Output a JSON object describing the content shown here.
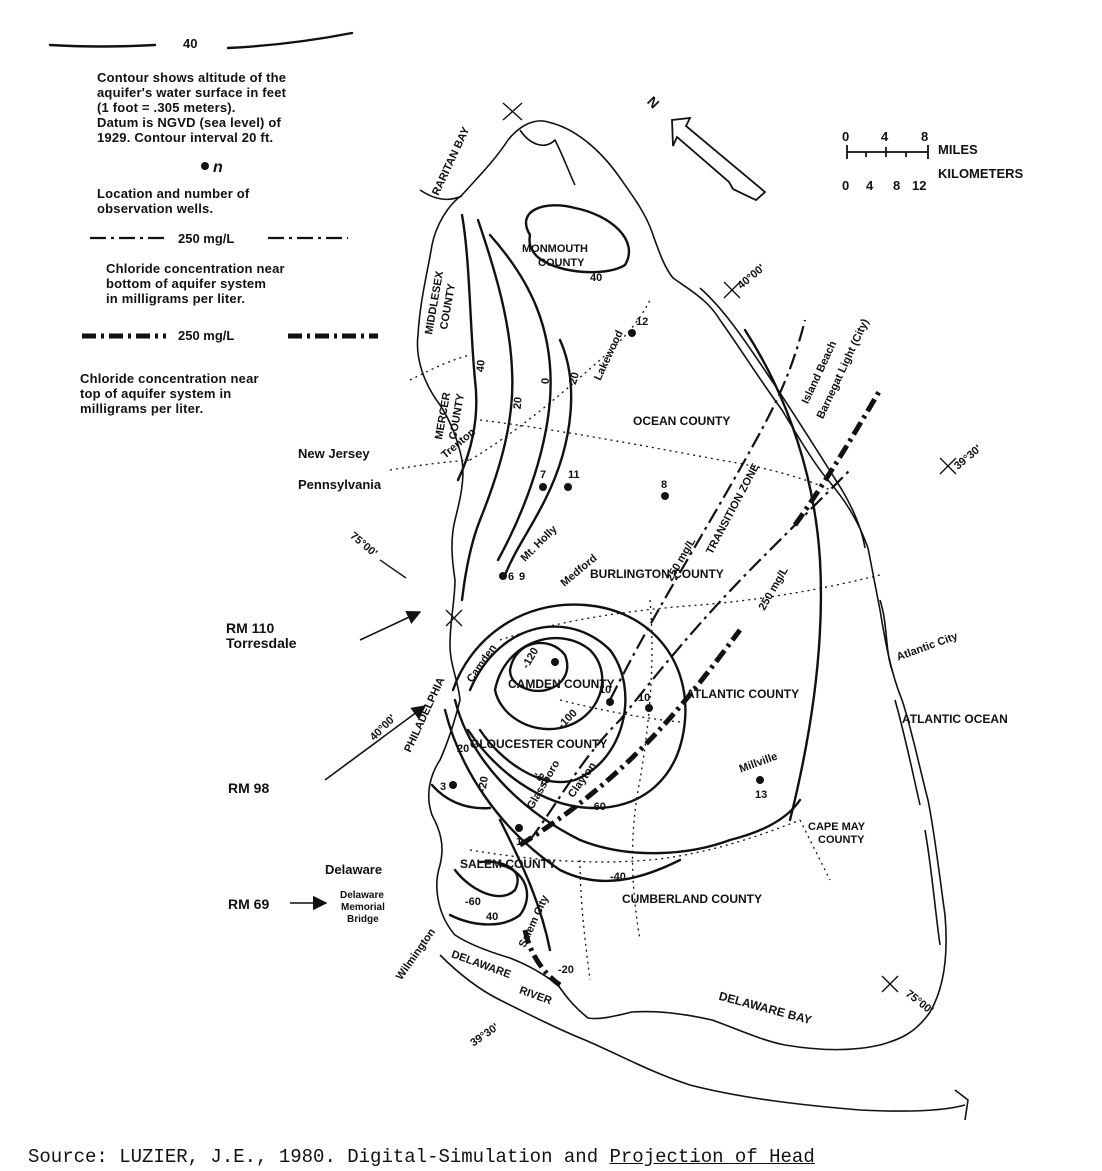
{
  "legend": {
    "contour_label": "40",
    "contour_desc": "Contour shows altitude of the\naquifer's water surface in feet\n(1 foot = .305 meters).\nDatum is NGVD (sea level) of\n1929. Contour interval 20 ft.",
    "well_symbol_label": "n",
    "well_desc": "Location and number of\nobservation wells.",
    "chloride_bottom_label": "250 mg/L",
    "chloride_bottom_desc": "Chloride concentration near\nbottom of aquifer system\nin milligrams per liter.",
    "chloride_top_label": "250 mg/L",
    "chloride_top_desc": "Chloride concentration near\ntop of aquifer system in\nmilligrams per liter."
  },
  "scale": {
    "miles_ticks": [
      "0",
      "4",
      "8"
    ],
    "miles_label": "MILES",
    "km_ticks": [
      "0",
      "4",
      "8",
      "12"
    ],
    "km_label": "KILOMETERS"
  },
  "north_label": "N",
  "places": {
    "raritan_bay": "RARITAN BAY",
    "monmouth": "MONMOUTH\nCOUNTY",
    "middlesex": "MIDDLESEX\nCOUNTY",
    "mercer": "MERCER\nCOUNTY",
    "ocean_county": "OCEAN COUNTY",
    "lakewood": "Lakewood",
    "island_beach": "Island Beach",
    "barnegat": "Barnegat Light (City)",
    "trenton": "Trenton",
    "new_jersey": "New Jersey",
    "pennsylvania": "Pennsylvania",
    "mt_holly": "Mt. Holly",
    "medford": "Medford",
    "burlington": "BURLINGTON COUNTY",
    "transition_zone": "TRANSITION ZONE",
    "rm110": "RM 110\nTorresdale",
    "camden_city": "Camden",
    "camden_county": "CAMDEN COUNTY",
    "philadelphia": "PHILADELPHIA",
    "atlantic_county": "ATLANTIC COUNTY",
    "atlantic_city": "Atlantic City",
    "atlantic_ocean": "ATLANTIC OCEAN",
    "gloucester": "GLOUCESTER COUNTY",
    "glassboro": "Glassboro",
    "clayton": "Clayton",
    "millville": "Millville",
    "rm98": "RM 98",
    "cape_may": "CAPE MAY\nCOUNTY",
    "delaware_state": "Delaware",
    "salem_county": "SALEM COUNTY",
    "rm69": "RM 69",
    "memorial_bridge": "Delaware\nMemorial\nBridge",
    "cumberland": "CUMBERLAND COUNTY",
    "wilmington": "Wilmington",
    "salem_city": "Salem City",
    "delaware_river_1": "DELAWARE",
    "delaware_river_2": "RIVER",
    "delaware_bay": "DELAWARE BAY"
  },
  "coordinates": {
    "lat_40_east": "40°00'",
    "lat_3930_east": "39°30'",
    "lon_7500_north": "75°00'",
    "lat_40_west": "40°00'",
    "lat_3930_west": "39°30'",
    "lon_7500_south": "75°00'"
  },
  "contours": {
    "c40_monmouth": "40",
    "c0": "0",
    "c20_n": "20",
    "c20_nw": "20",
    "c40_nw": "40",
    "c_minus120": "-120",
    "c_minus100": "-100",
    "c_minus80": "-80",
    "c_minus60": "-60",
    "c_minus40": "-40",
    "c_minus20": "-20",
    "c20_sw": "20",
    "c_minus60_sw": "-60",
    "c40_sw": "40",
    "c_minus20_river": "-20"
  },
  "chloride_labels": {
    "line_north": "250 mg/L",
    "line_south": "250 mg/L"
  },
  "wells": [
    "12",
    "7",
    "11",
    "8",
    "6",
    "9",
    "10",
    "10",
    "13",
    "1",
    "3"
  ],
  "caption": {
    "prefix": "Source:  LUZIER, J.E., 1980.  Digital-Simulation and ",
    "underlined": "Projection of Head"
  }
}
